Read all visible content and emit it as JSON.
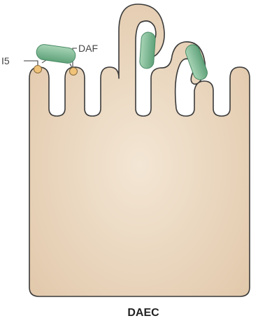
{
  "diagram": {
    "caption": "DAEC",
    "labels": {
      "left_receptor": "I5",
      "right_receptor": "DAF"
    },
    "colors": {
      "cell_fill": "#e8d4bb",
      "cell_stroke": "#3a3a3a",
      "bacterium_fill": "#6fb289",
      "bacterium_highlight": "#a7d4b5",
      "receptor_fill": "#f0c37a",
      "receptor_stroke": "#8a6b3a"
    }
  }
}
